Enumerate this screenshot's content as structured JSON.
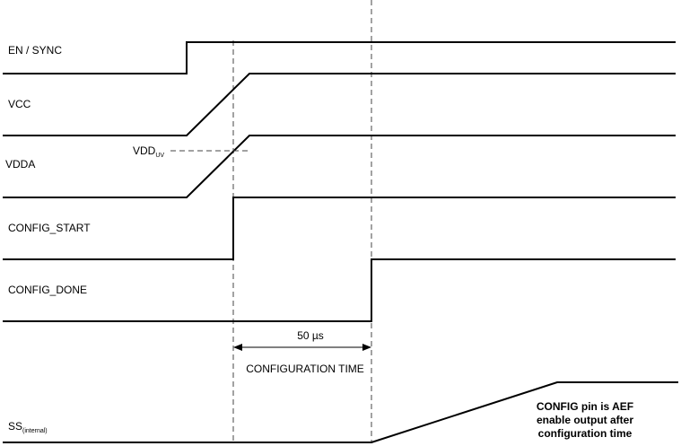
{
  "signals": {
    "en_sync": "EN / SYNC",
    "vcc": "VCC",
    "vdda": "VDDA",
    "config_start": "CONFIG_START",
    "config_done": "CONFIG_DONE",
    "ss_main": "SS",
    "ss_sub": "(internal)"
  },
  "threshold": {
    "main": "VDD",
    "sub": "UV"
  },
  "timing": {
    "duration": "50 µs",
    "label": "CONFIGURATION TIME"
  },
  "note": {
    "line1": "CONFIG pin is AEF",
    "line2": "enable output after",
    "line3": "configuration time"
  }
}
